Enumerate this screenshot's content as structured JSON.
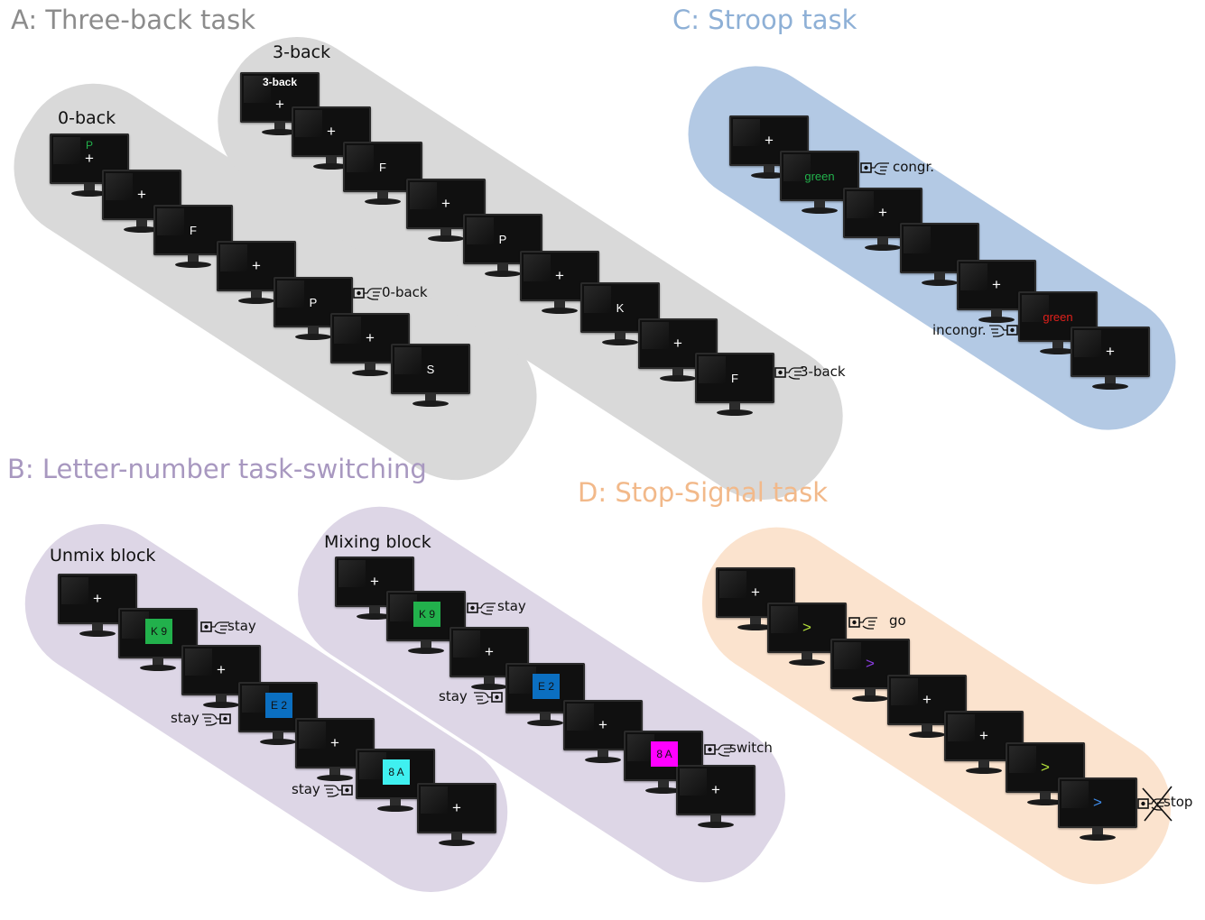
{
  "titles": {
    "a": "A: Three-back task",
    "b": "B: Letter-number task-switching",
    "c": "C: Stroop task",
    "d": "D: Stop-Signal task"
  },
  "colors": {
    "title_a": "#8c8c8c",
    "title_b": "#a898c0",
    "title_c": "#8eb0d6",
    "title_d": "#f2b98a",
    "band_a": "#d9d9d9",
    "band_b": "#ddd6e6",
    "band_c": "#b3c9e4",
    "band_d": "#fbe3ce"
  },
  "block_labels": {
    "zero_back": "0-back",
    "three_back": "3-back",
    "unmix": "Unmix block",
    "mixing": "Mixing block"
  },
  "monitor_caption": "3-back",
  "stimuli": {
    "zero_back": [
      "P",
      "+",
      "F",
      "+",
      "P",
      "+",
      "S"
    ],
    "three_back": [
      "+",
      "F",
      "+",
      "P",
      "+",
      "K",
      "+",
      "F"
    ],
    "stroop": [
      "+",
      "green",
      "+",
      "",
      "+",
      "green",
      "+"
    ],
    "unmix": [
      "+",
      "K 9",
      "+",
      "E 2",
      "+",
      "8 A",
      "+"
    ],
    "mixing": [
      "+",
      "K 9",
      "+",
      "E 2",
      "+",
      "8 A",
      "+"
    ],
    "stop": [
      "+",
      ">",
      ">",
      "+",
      "+",
      ">",
      ">"
    ]
  },
  "stimulus_colors": {
    "zero_back_cue": "#22b14c",
    "stroop_congruent": "#22b14c",
    "stroop_incongruent": "#e0201b",
    "square_green": "#22b14c",
    "square_blue": "#0b6fc1",
    "square_cyan": "#3ff0f0",
    "square_magenta": "#ff00ff",
    "arrow_green": "#b4e03a",
    "arrow_purple": "#8a3de0",
    "arrow_blue": "#3f8be8"
  },
  "responses": {
    "zero_back": "0-back",
    "three_back": "3-back",
    "congruent": "congr.",
    "incongruent": "incongr.",
    "stay": "stay",
    "switch": "switch",
    "go": "go",
    "stop": "stop"
  },
  "icons": {
    "monitor": "monitor-icon",
    "response": "hand-pressing-button-icon",
    "stop": "crossed-out-hand-icon"
  }
}
